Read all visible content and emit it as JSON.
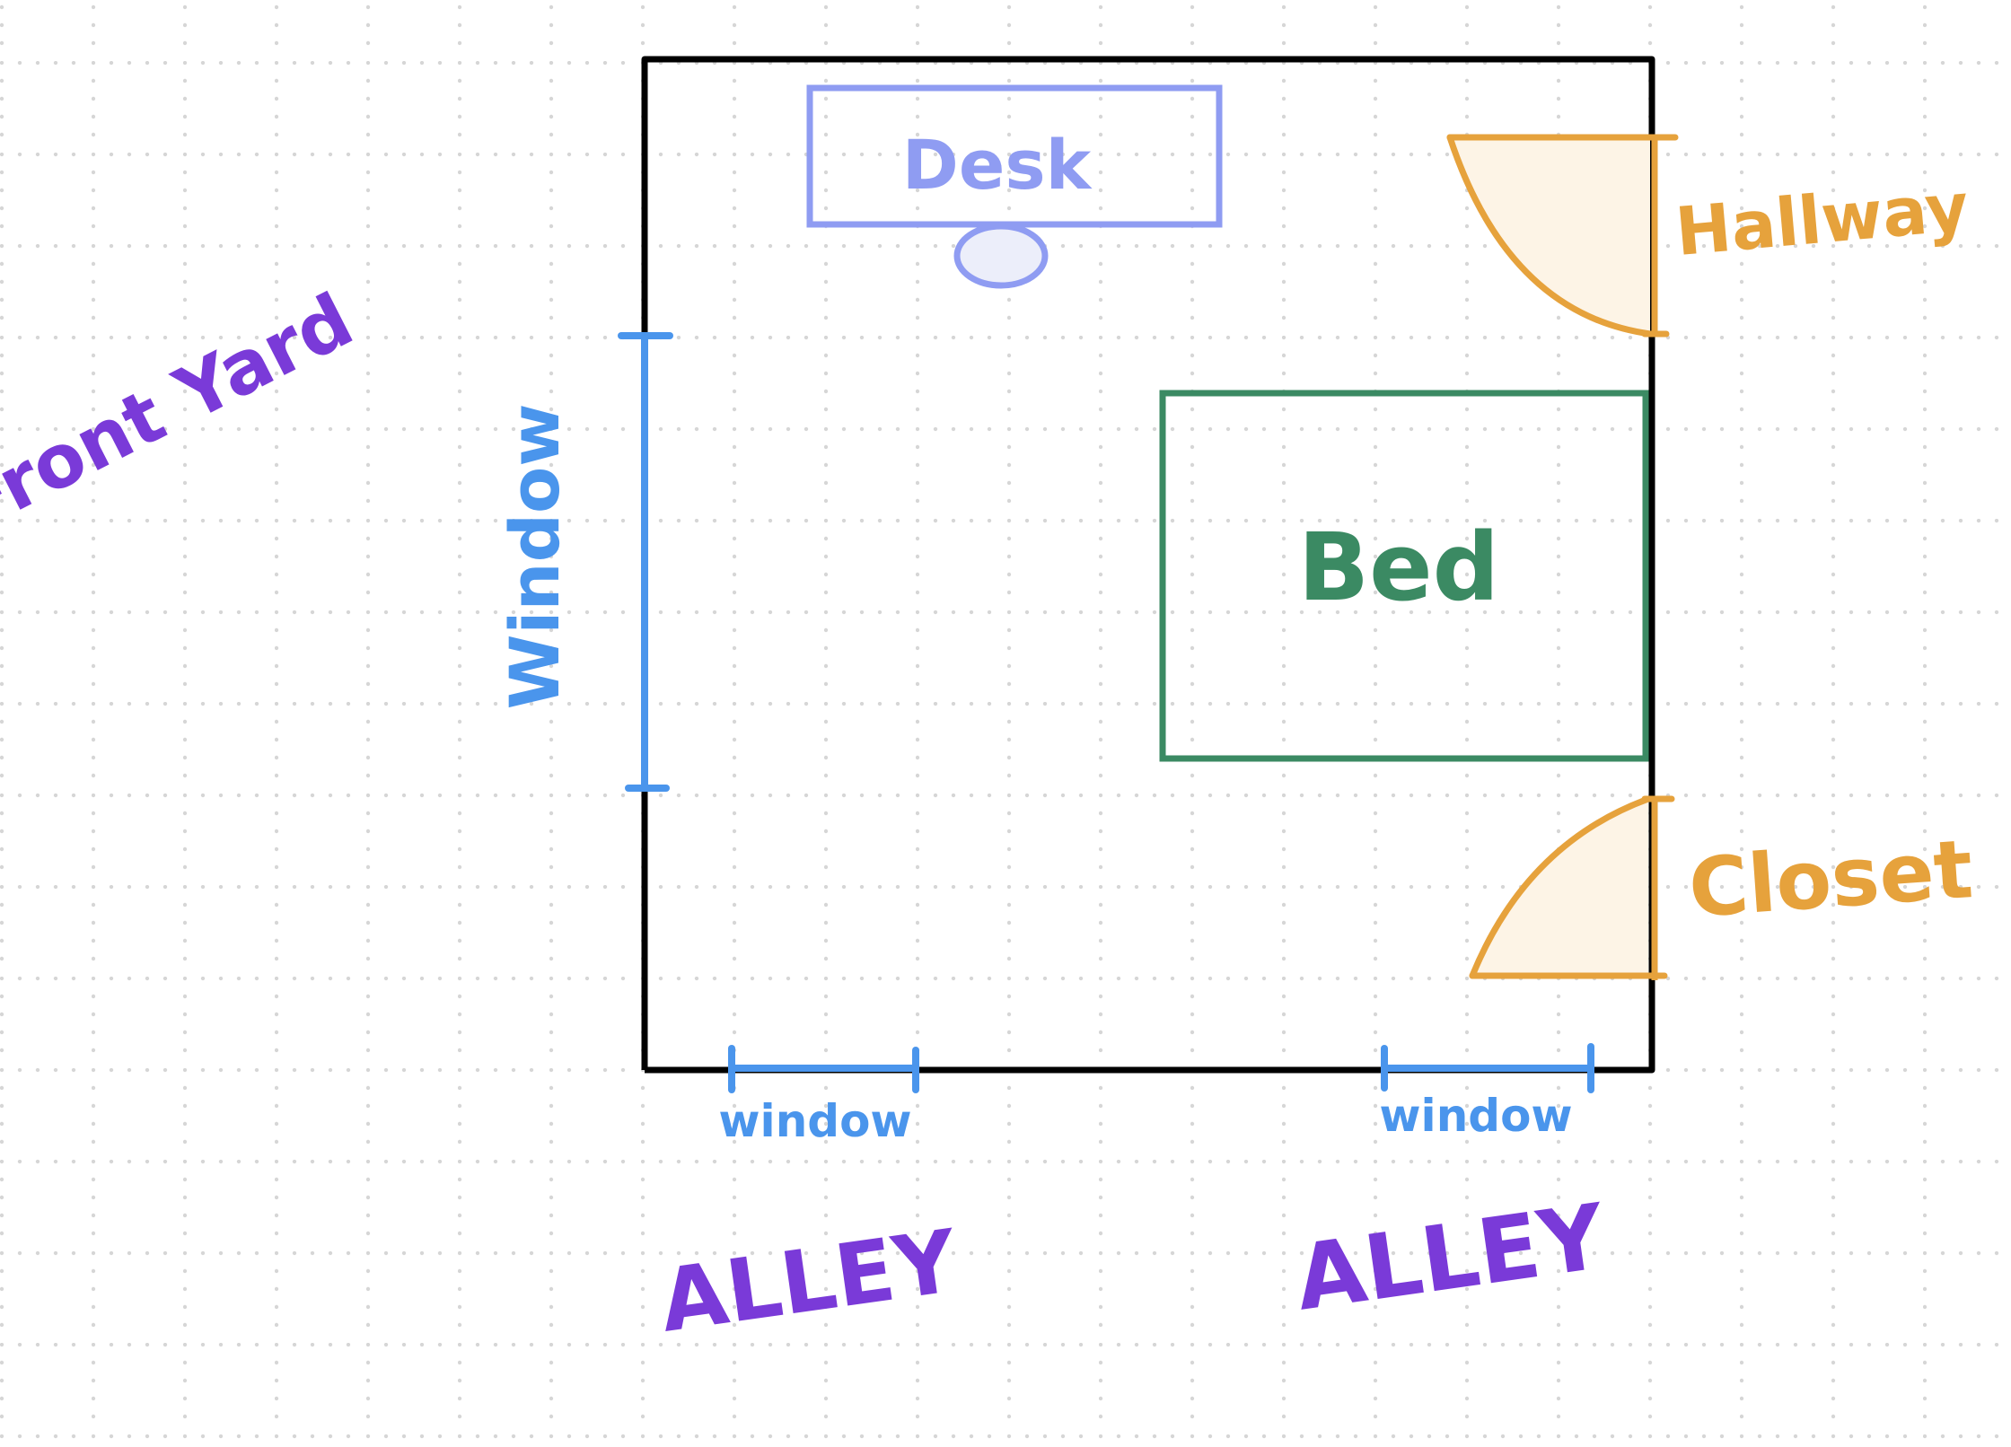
{
  "labels": {
    "desk": "Desk",
    "bed": "Bed",
    "hallway": "Hallway",
    "closet": "Closet",
    "front_yard": "Front Yard",
    "window_left": "Window",
    "window_bottom_1": "window",
    "window_bottom_2": "window",
    "alley_1": "ALLEY",
    "alley_2": "ALLEY"
  },
  "colors": {
    "wall": "#000000",
    "desk": "#8f9cf2",
    "chair_fill": "#eceefa",
    "bed": "#3b8a63",
    "door": "#e6a23c",
    "door_fill": "#fdf4e6",
    "window": "#4a95ec",
    "outside": "#7a3ad8",
    "grid_dot": "#d6d6d6"
  }
}
